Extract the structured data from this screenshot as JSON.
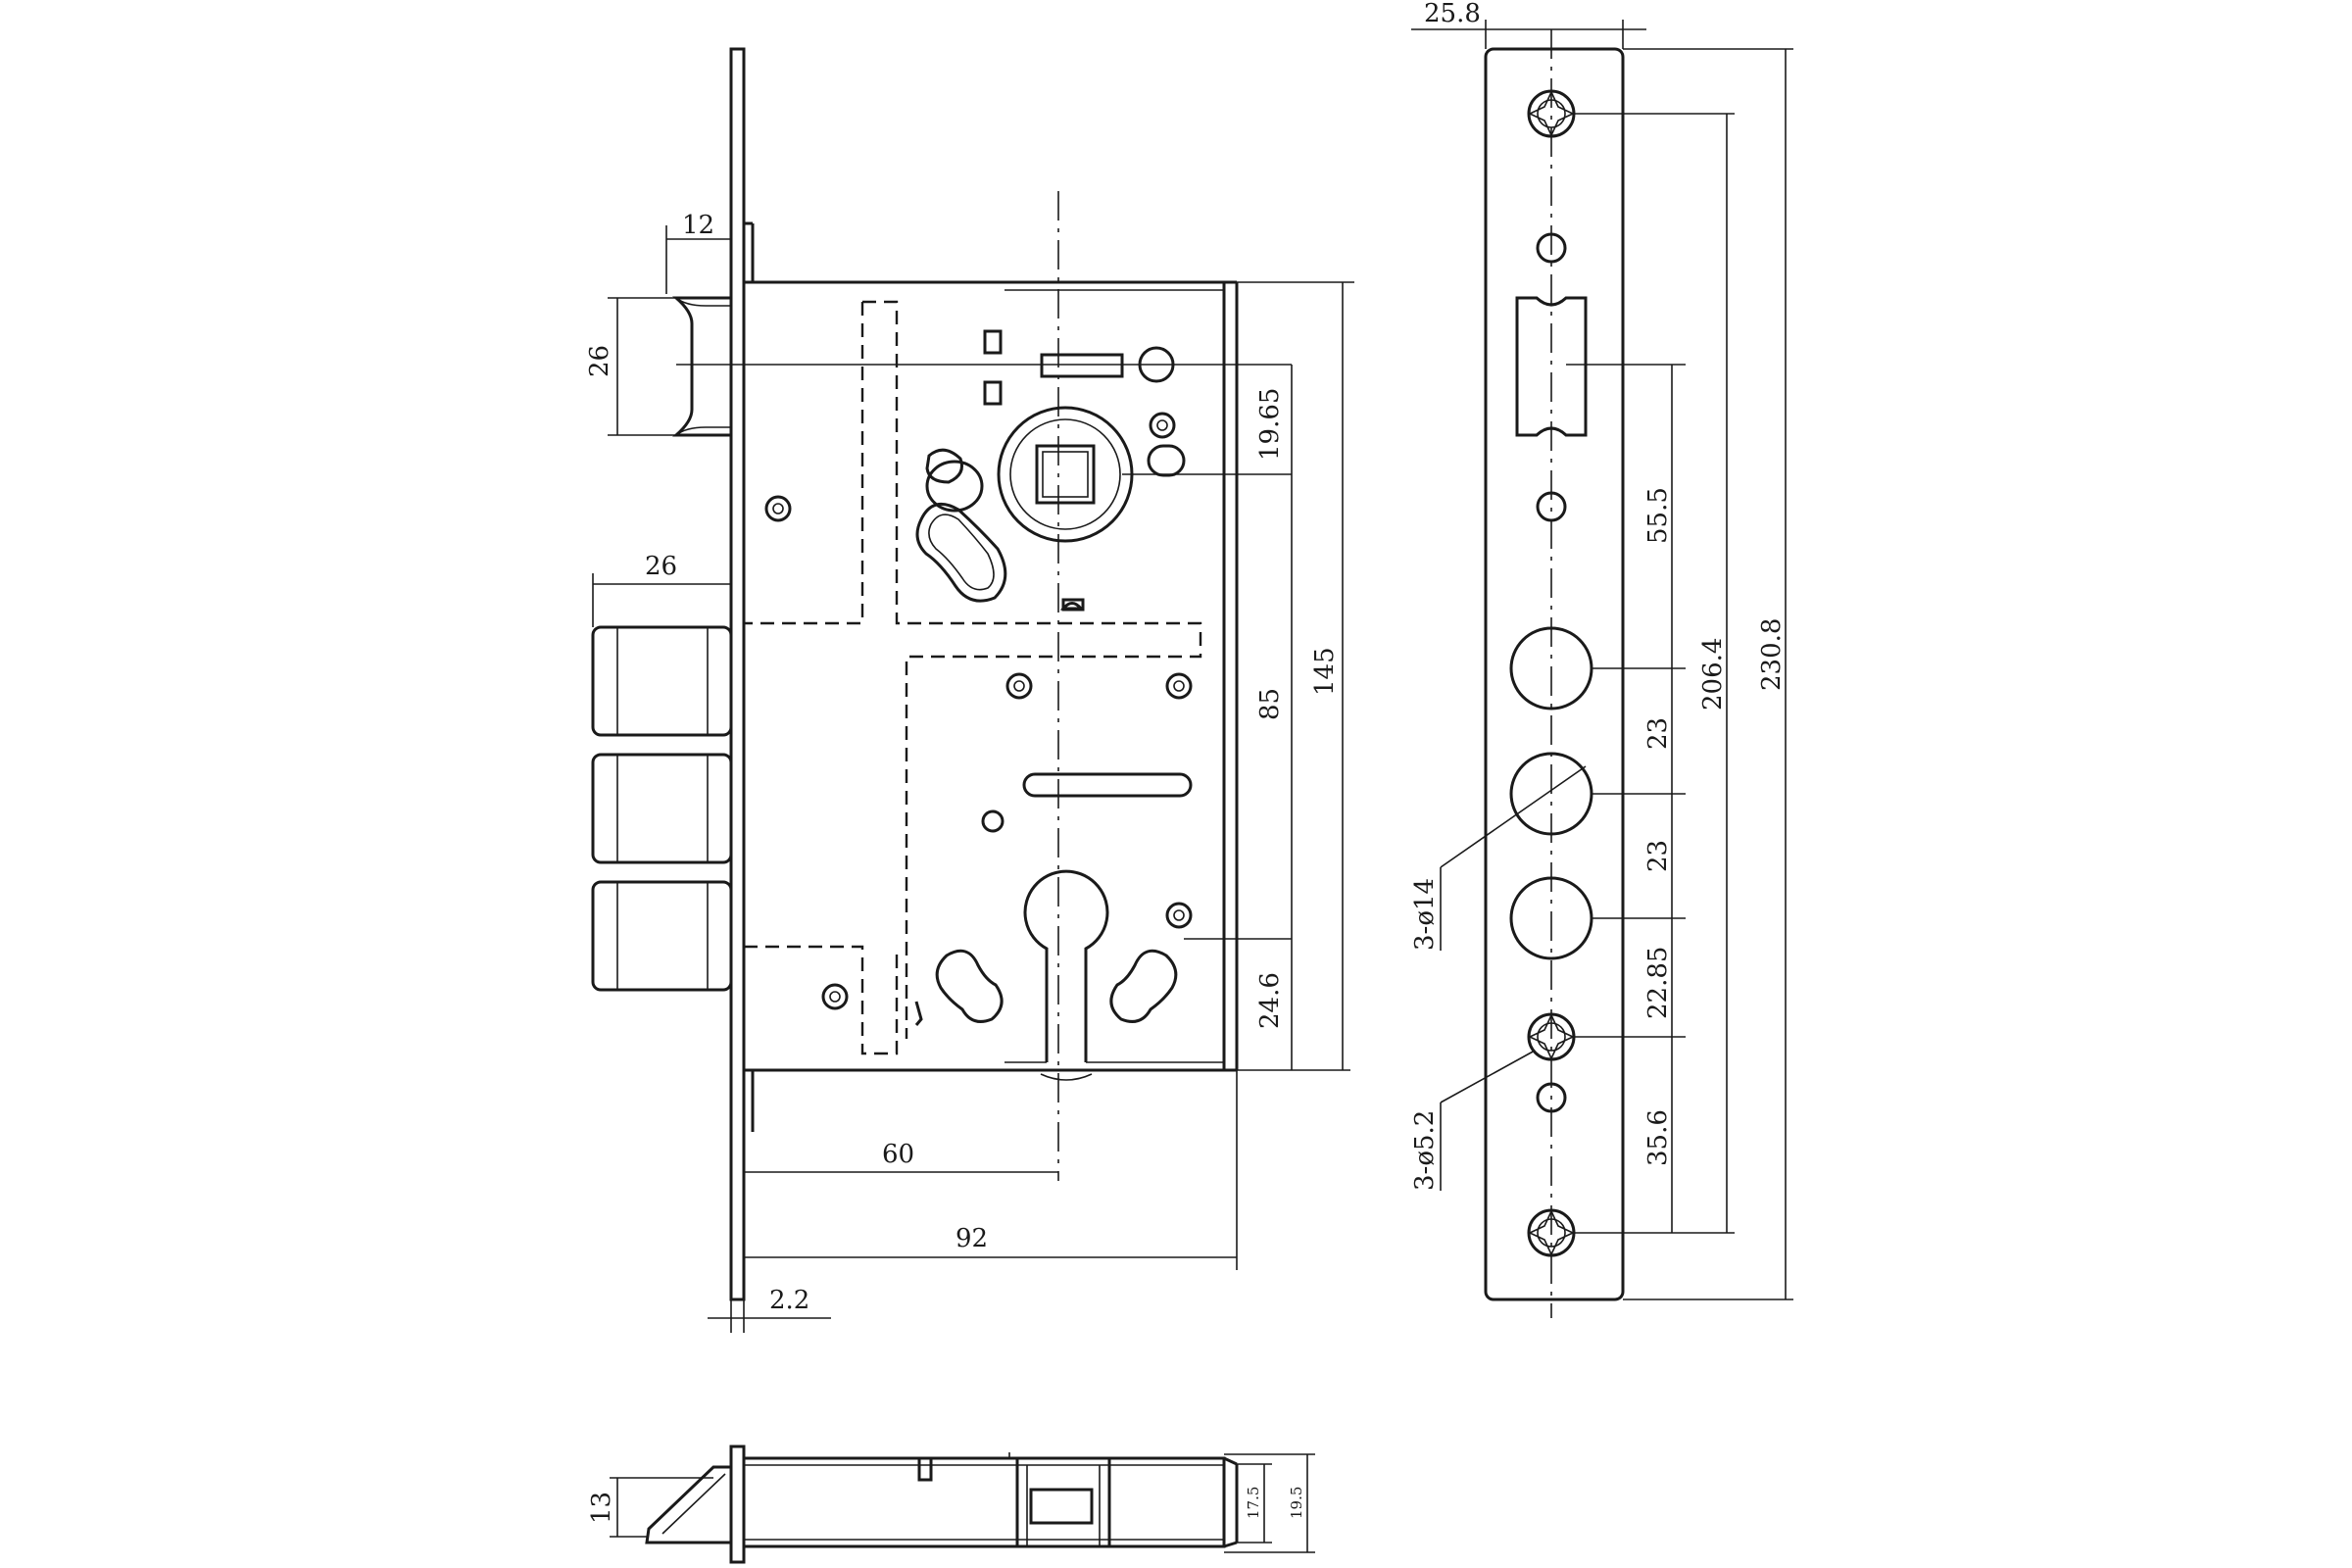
{
  "colors": {
    "line": "#1a1a1a",
    "background": "#ffffff"
  },
  "front": {
    "latch_width": "12",
    "latch_height": "26",
    "bolt_projection": "26",
    "handle_to_key": "85",
    "case_height": "145",
    "top_to_handle": "19.65",
    "key_to_bottom": "24.6",
    "backset": "60",
    "case_depth": "92",
    "faceplate_thickness": "2.2"
  },
  "faceplate": {
    "width": "25.8",
    "spacing_top": "55.5",
    "spacing_bolts_1": "23",
    "spacing_bolts_2": "23",
    "spacing_bottom_1": "22.85",
    "spacing_bottom_2": "35.6",
    "screw_span": "206.4",
    "total_length": "230.8",
    "bolt_holes_note": "3-ø14",
    "screw_holes_note": "3-ø5.2"
  },
  "side": {
    "latch_thickness": "13",
    "body_inner": "17.5",
    "body_outer": "19.5"
  }
}
